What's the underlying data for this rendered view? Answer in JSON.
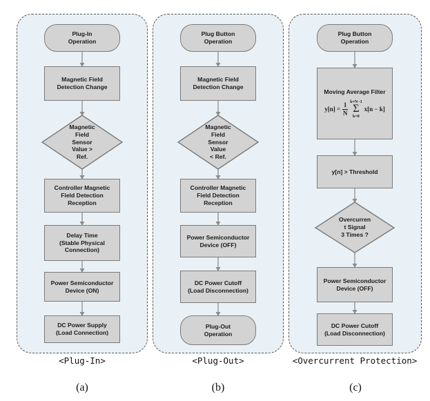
{
  "panels": {
    "a": {
      "caption": "<Plug-In>",
      "sub": "(a)",
      "start": "Plug-In\nOperation",
      "step1": "Magnetic Field\nDetection Change",
      "decision": "Magnetic\nField\nSensor\nValue >\nRef.",
      "step2": "Controller Magnetic\nField Detection\nReception",
      "step3": "Delay Time\n(Stable Physical\nConnection)",
      "step4": "Power Semiconductor\nDevice (ON)",
      "step5": "DC Power Supply\n(Load Connection)"
    },
    "b": {
      "caption": "<Plug-Out>",
      "sub": "(b)",
      "start": "Plug Button\nOperation",
      "step1": "Magnetic Field\nDetection Change",
      "decision": "Magnetic\nField\nSensor\nValue\n< Ref.",
      "step2": "Controller Magnetic\nField Detection\nReception",
      "step3": "Power Semiconductor\nDevice (OFF)",
      "step4": "DC Power Cutoff\n(Load Disconnection)",
      "end": "Plug-Out\nOperation"
    },
    "c": {
      "caption": "<Overcurrent Protection>",
      "sub": "(c)",
      "start": "Plug Button\nOperation",
      "filter_title": "Moving Average Filter",
      "formula": {
        "lhs": "y[n] =",
        "frac_num": "1",
        "frac_den": "N",
        "sum_upper": "k=N−1",
        "sum_symbol": "Σ",
        "sum_lower": "k=0",
        "rhs": "x[n − k]"
      },
      "threshold": "y[n] > Threshold",
      "decision": "Overcurren\nt Signal\n3 Times ?",
      "step3": "Power Semiconductor\nDevice (OFF)",
      "step4": "DC Power Cutoff\n(Load Disconnection)"
    }
  }
}
